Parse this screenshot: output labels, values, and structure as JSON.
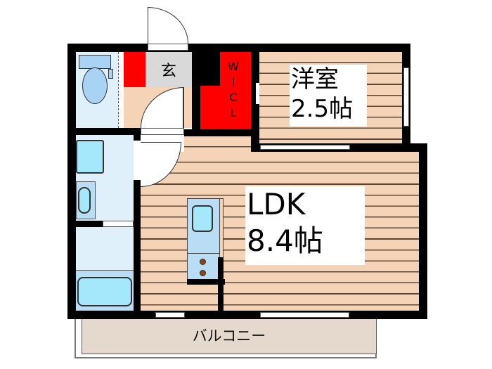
{
  "floorplan": {
    "rooms": {
      "western": {
        "name": "洋室",
        "size": "2.5帖"
      },
      "ldk": {
        "name": "LDK",
        "size": "8.4帖"
      },
      "entrance": {
        "name": "玄"
      },
      "wic": {
        "name": "W\nI\nC\nL",
        "letters": [
          "W",
          "I",
          "C",
          "L"
        ]
      },
      "balcony": {
        "name": "バルコニー"
      }
    },
    "colors": {
      "wall": "#000000",
      "wood_floor": "#f5d3b6",
      "wet_area": "#dff0fb",
      "fixture": "#a6e8fb",
      "storage": "#ff0000",
      "entrance": "#d9d9d9",
      "balcony": "#e5d9ce"
    }
  }
}
